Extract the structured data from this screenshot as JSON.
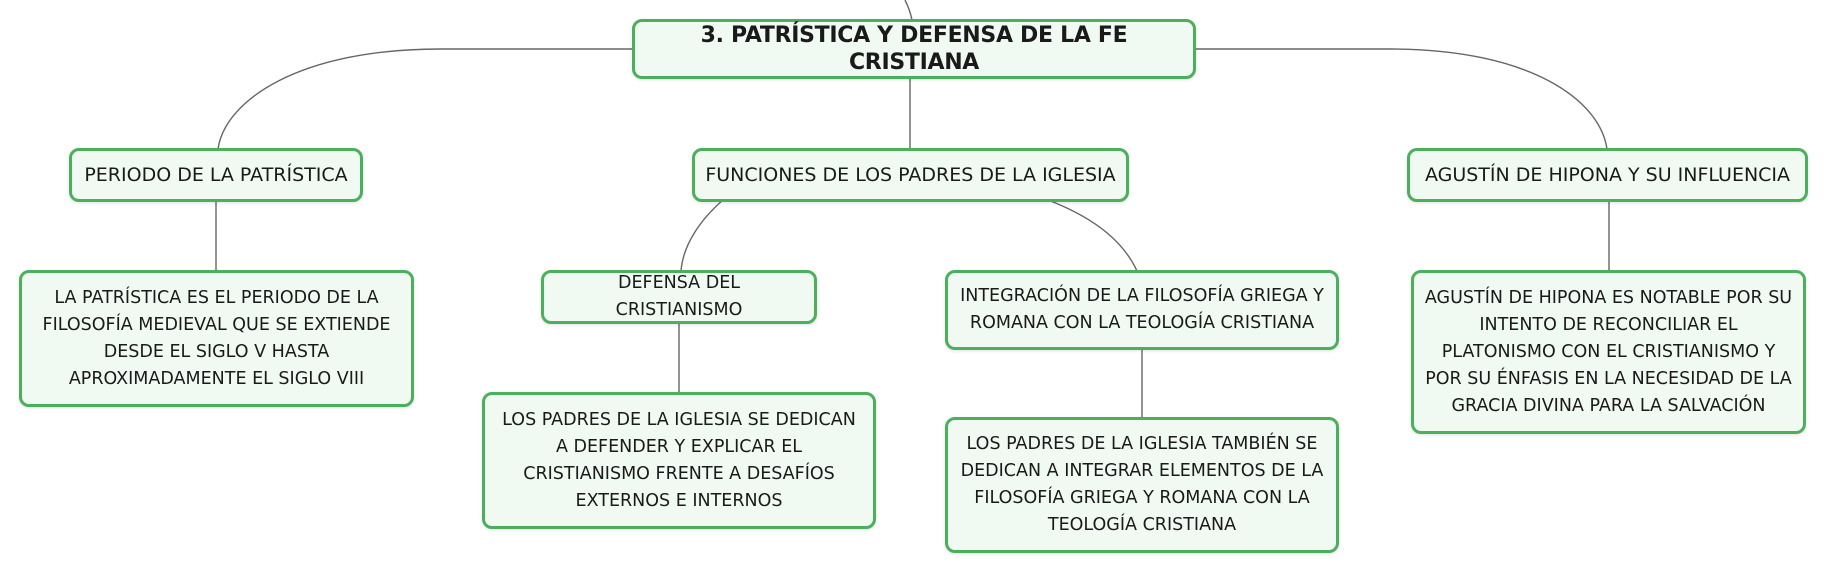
{
  "colors": {
    "border": "#4caf5c",
    "fill": "#f1f9f3",
    "line": "#666666",
    "text": "#1a1a1a"
  },
  "root": {
    "label": "3. PATRÍSTICA Y DEFENSA DE LA FE CRISTIANA"
  },
  "branches": [
    {
      "label": "PERIODO DE LA PATRÍSTICA",
      "children": [
        {
          "label": "LA PATRÍSTICA ES EL PERIODO DE LA FILOSOFÍA MEDIEVAL QUE SE EXTIENDE DESDE EL SIGLO V HASTA APROXIMADAMENTE EL SIGLO VIII"
        }
      ]
    },
    {
      "label": "FUNCIONES DE LOS PADRES DE LA IGLESIA",
      "children": [
        {
          "label": "DEFENSA DEL CRISTIANISMO",
          "children": [
            {
              "label": "LOS PADRES DE LA IGLESIA SE DEDICAN A DEFENDER Y EXPLICAR EL CRISTIANISMO FRENTE A DESAFÍOS EXTERNOS E INTERNOS"
            }
          ]
        },
        {
          "label": "INTEGRACIÓN DE LA FILOSOFÍA GRIEGA Y ROMANA CON LA TEOLOGÍA CRISTIANA",
          "children": [
            {
              "label": "LOS PADRES DE LA IGLESIA TAMBIÉN SE DEDICAN A INTEGRAR ELEMENTOS DE LA FILOSOFÍA GRIEGA Y ROMANA CON LA TEOLOGÍA CRISTIANA"
            }
          ]
        }
      ]
    },
    {
      "label": "AGUSTÍN DE HIPONA Y SU INFLUENCIA",
      "children": [
        {
          "label": "AGUSTÍN DE HIPONA ES NOTABLE POR SU INTENTO DE RECONCILIAR EL PLATONISMO CON EL CRISTIANISMO Y POR SU ÉNFASIS EN LA NECESIDAD DE LA GRACIA DIVINA PARA LA SALVACIÓN"
        }
      ]
    }
  ]
}
